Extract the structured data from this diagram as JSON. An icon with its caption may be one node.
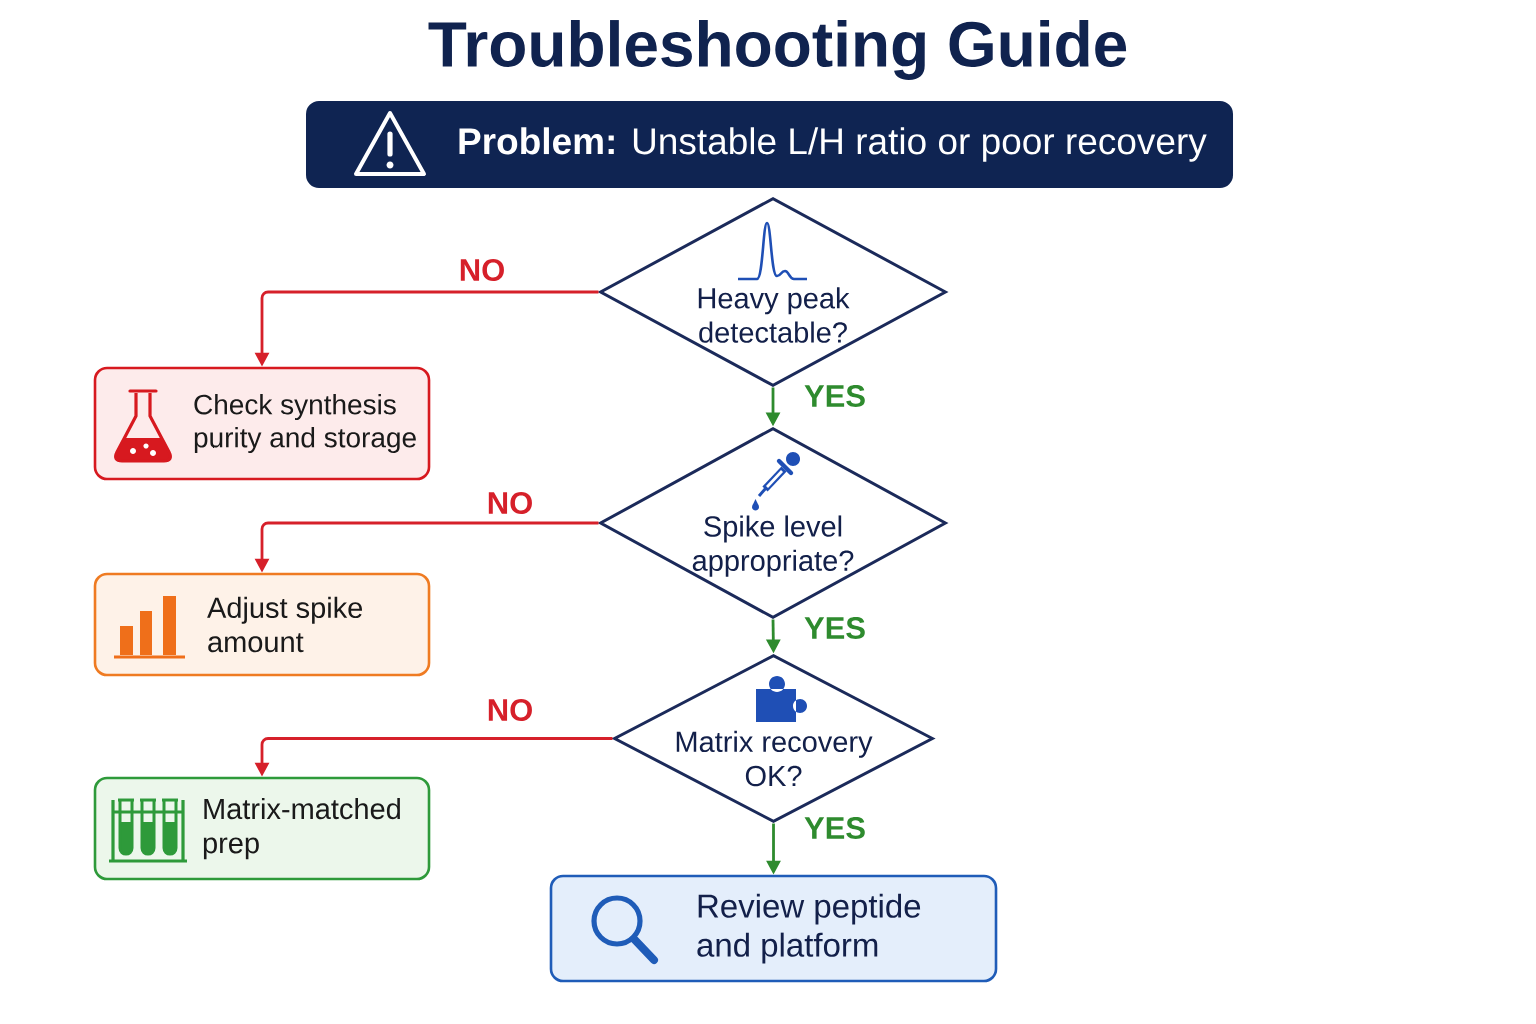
{
  "diagram": {
    "title": "Troubleshooting Guide",
    "nodes": [
      {
        "text": [
          "**Problem:** Unstable L/H ratio or poor recovery"
        ]
      },
      {
        "text": [
          "Heavy peak detectable?"
        ]
      },
      {
        "text": [
          "Check synthesis purity and storage"
        ]
      },
      {
        "text": [
          "Spike level appropriate?"
        ]
      },
      {
        "text": [
          "Adjust spike amount"
        ]
      },
      {
        "text": [
          "Matrix recovery OK?"
        ]
      },
      {
        "text": [
          "Matrix-matched prep"
        ]
      },
      {
        "text": [
          "Review peptide and platform"
        ]
      }
    ],
    "edges": [
      {
        "from": 1,
        "to": 2,
        "arrow": "to",
        "label": "NO",
        "color": "#d6202a"
      },
      {
        "from": 1,
        "to": 3,
        "arrow": "to",
        "label": "YES",
        "color": "#2e8b2e"
      },
      {
        "from": 3,
        "to": 4,
        "arrow": "to",
        "label": "NO",
        "color": "#d6202a"
      },
      {
        "from": 3,
        "to": 5,
        "arrow": "to",
        "label": "YES",
        "color": "#2e8b2e"
      },
      {
        "from": 5,
        "to": 6,
        "arrow": "to",
        "label": "NO",
        "color": "#d6202a"
      },
      {
        "from": 5,
        "to": 7,
        "arrow": "to",
        "label": "YES",
        "color": "#2e8b2e"
      }
    ]
  }
}
